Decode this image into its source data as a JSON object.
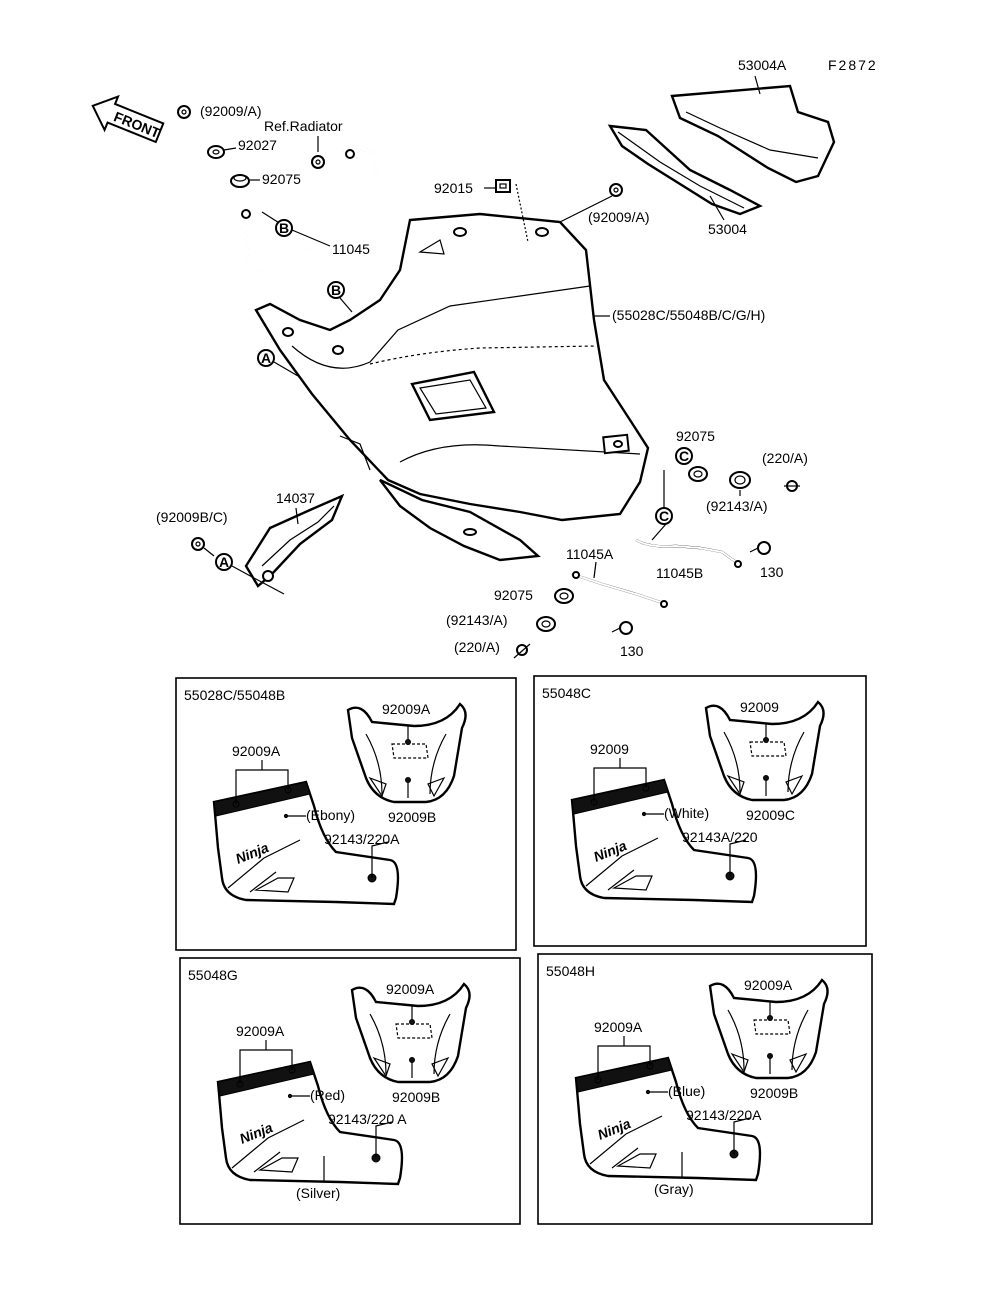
{
  "figure_code": "F2872",
  "front_label": "FRONT",
  "main": {
    "label_53004A": "53004A",
    "label_53004": "53004",
    "label_92009A_top": "(92009/A)",
    "label_92027": "92027",
    "label_ref_radiator": "Ref.Radiator",
    "label_92075_top": "92075",
    "label_11045": "11045",
    "label_92015": "92015",
    "label_92009A_right": "(92009/A)",
    "label_cowl": "(55028C/55048B/C/G/H)",
    "label_92075_mid": "92075",
    "label_220A_right": "(220/A)",
    "label_92143A_right": "(92143/A)",
    "label_11045B": "11045B",
    "label_130_right": "130",
    "label_14037": "14037",
    "label_92009BC": "(92009B/C)",
    "label_11045A": "11045A",
    "label_92075_low": "92075",
    "label_92143A_low": "(92143/A)",
    "label_220A_low": "(220/A)",
    "label_130_low": "130",
    "callout_a": "A",
    "callout_b": "B",
    "callout_c": "C"
  },
  "panels": [
    {
      "title": "55028C/55048B",
      "top_label": "92009A",
      "side_label": "92009A",
      "color_label": "(Ebony)",
      "bottom_label": "92009B",
      "side_bottom_label": "92143/220A",
      "decal": "Ninja"
    },
    {
      "title": "55048C",
      "top_label": "92009",
      "side_label": "92009",
      "color_label": "(White)",
      "bottom_label": "92009C",
      "side_bottom_label": "92143A/220",
      "decal": "Ninja"
    },
    {
      "title": "55048G",
      "top_label": "92009A",
      "side_label": "92009A",
      "color_label": "(Red)",
      "bottom_label": "92009B",
      "side_bottom_label": "92143/220 A",
      "bottom_color_label": "(Silver)",
      "decal": "Ninja"
    },
    {
      "title": "55048H",
      "top_label": "92009A",
      "side_label": "92009A",
      "color_label": "(Blue)",
      "bottom_label": "92009B",
      "side_bottom_label": "92143/220A",
      "bottom_color_label": "(Gray)",
      "decal": "Ninja"
    }
  ]
}
